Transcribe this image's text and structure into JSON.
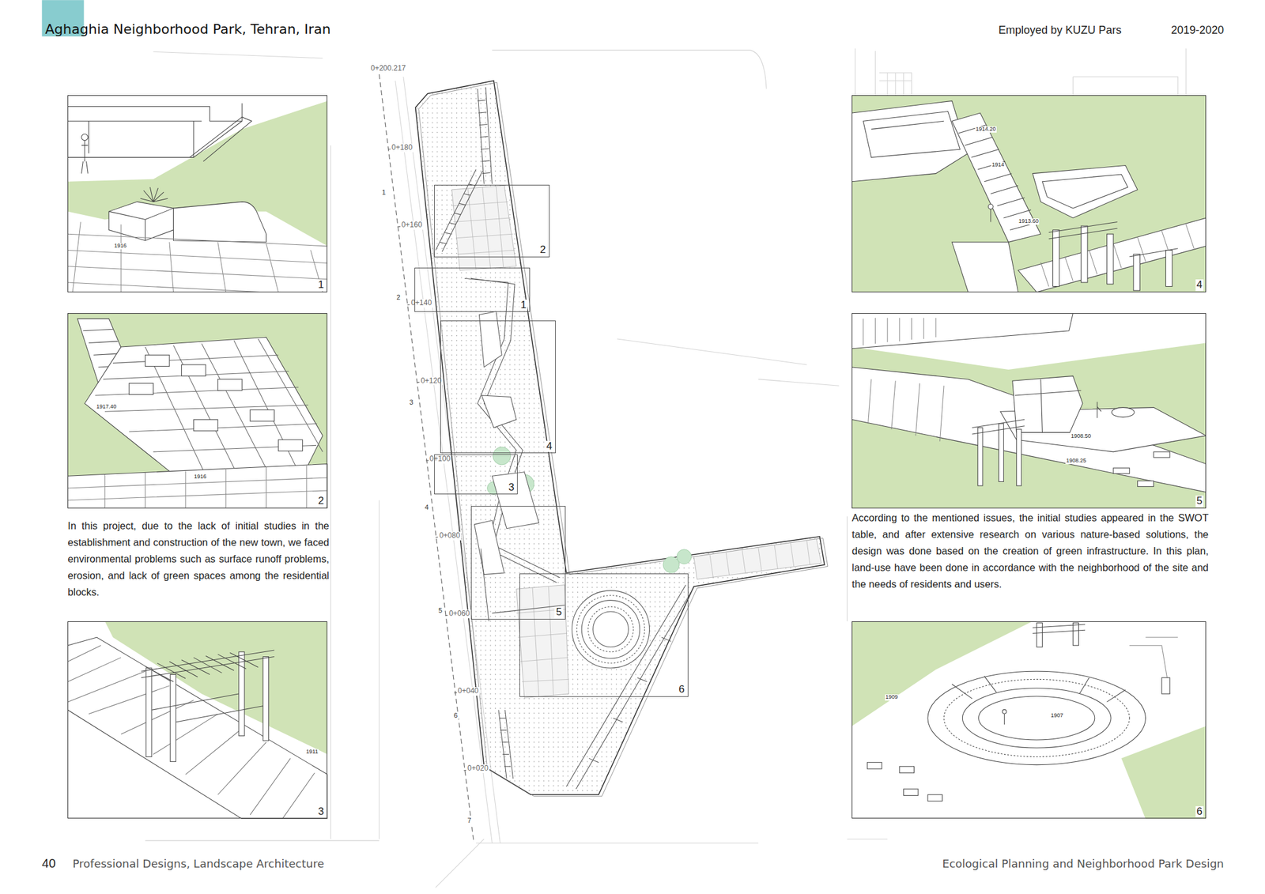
{
  "diagram": {
    "title": "Aghaghia Neighborhood Park, Tehran, Iran",
    "nodes": [
      {
        "text": [
          "1916",
          "1"
        ]
      },
      {
        "text": [
          "1917.40",
          "1916",
          "2"
        ]
      },
      {
        "text": [
          "1911",
          "3"
        ]
      },
      {
        "text": [
          "2"
        ]
      },
      {
        "text": [
          "1"
        ]
      },
      {
        "text": [
          "4"
        ]
      },
      {
        "text": [
          "3"
        ]
      },
      {
        "text": [
          "5"
        ]
      },
      {
        "text": [
          "6"
        ]
      },
      {
        "text": [
          "1914.20",
          "1914",
          "1913.60",
          "4"
        ]
      },
      {
        "text": [
          "1908.50",
          "1908.25",
          "5"
        ]
      },
      {
        "text": [
          "1909",
          "1907",
          "6"
        ]
      }
    ],
    "labels": [
      "Employed by KUZU Pars",
      "2019-2020",
      "In this project, due to the lack of initial studies in the establishment and construction of the new town, we faced environmental problems such as surface runoff problems, erosion, and lack of green spaces among the residential blocks.",
      "According to the mentioned issues, the initial studies appeared in the SWOT table, and after extensive research on various nature-based solutions, the design was done based on the creation of green infrastructure. In this plan, land-use have been done in accordance with the neighborhood of the site and the needs of residents and users.",
      "0+200.217",
      "0+180",
      "0+160",
      "0+140",
      "0+120",
      "0+100",
      "0+080",
      "0+060",
      "0+040",
      "0+020",
      "1",
      "2",
      "3",
      "4",
      "5",
      "6",
      "7",
      "40",
      "Professional Designs, Landscape Architecture",
      "Ecological Planning and Neighborhood Park Design"
    ]
  }
}
